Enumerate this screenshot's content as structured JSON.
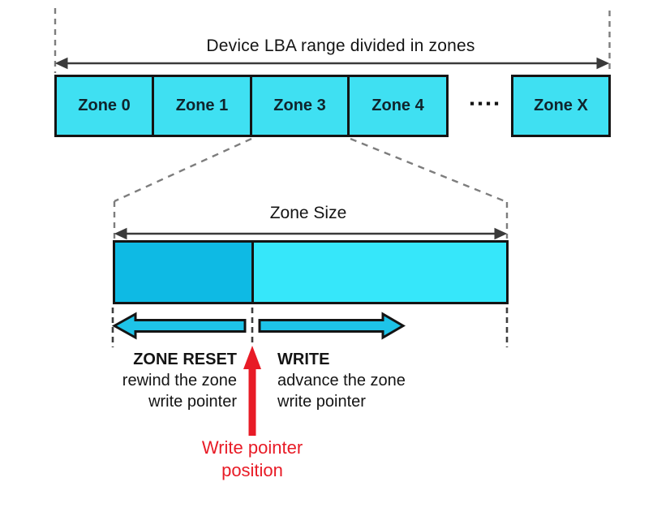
{
  "header": {
    "title": "Device LBA range divided in zones"
  },
  "zones": {
    "items": [
      "Zone 0",
      "Zone 1",
      "Zone 3",
      "Zone 4"
    ],
    "ellipsis": "▪▪▪▪",
    "last": "Zone X"
  },
  "zone_detail": {
    "size_label": "Zone Size"
  },
  "operations": {
    "reset": {
      "name": "ZONE RESET",
      "desc1": "rewind the zone",
      "desc2": "write pointer"
    },
    "write": {
      "name": "WRITE",
      "desc1": "advance the zone",
      "desc2": "write pointer"
    }
  },
  "write_pointer": {
    "caption_line1": "Write pointer",
    "caption_line2": "position"
  },
  "colors": {
    "zone_fill": "#3fe0f2",
    "written_fill": "#0ebae4",
    "unwritten_fill": "#36e7fa",
    "op_arrow_fill": "#1ec3e8",
    "pointer_red": "#e81b26",
    "outline": "#141414",
    "guide_gray": "#7d7d7d",
    "arrow_dark": "#3a3a3a"
  }
}
